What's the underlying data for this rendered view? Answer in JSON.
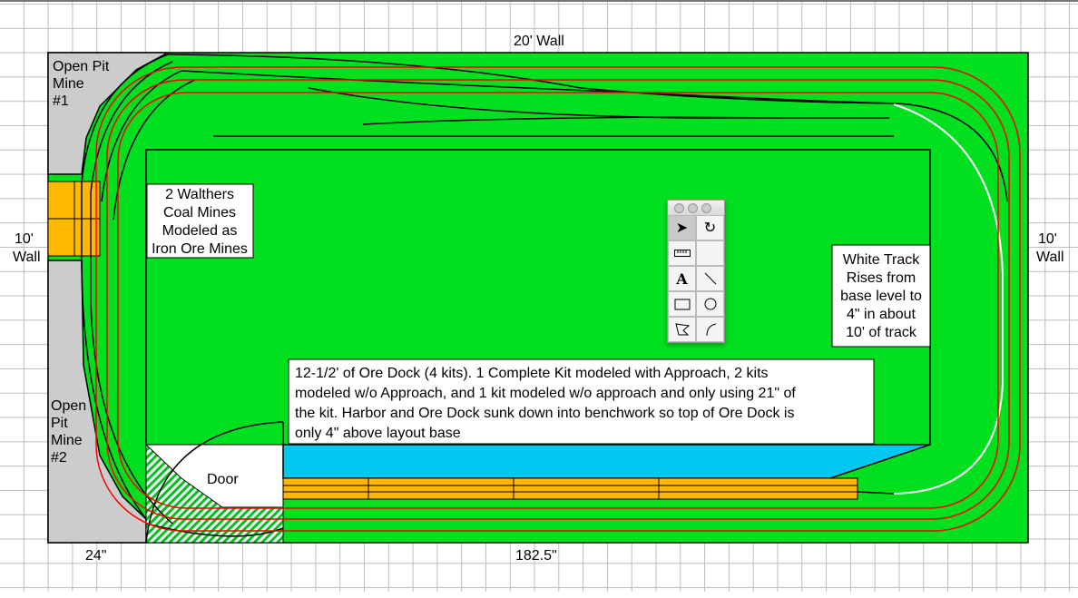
{
  "labels": {
    "top_wall": "20' Wall",
    "left_wall": [
      "10'",
      "Wall"
    ],
    "right_wall": [
      "10'",
      "Wall"
    ],
    "left_dim": "24\"",
    "bottom_dim": "182.5\"",
    "mine1": [
      "Open Pit",
      "Mine",
      "#1"
    ],
    "mine2": [
      "Open",
      "Pit",
      "Mine",
      "#2"
    ],
    "door": "Door"
  },
  "notes": {
    "coal_mines": [
      "2 Walthers",
      "Coal Mines",
      "Modeled as",
      "Iron Ore Mines"
    ],
    "white_track": [
      "White Track",
      "Rises from",
      "base level to",
      "4\" in about",
      "10' of track"
    ],
    "ore_dock": [
      "12-1/2' of Ore Dock (4 kits). 1 Complete Kit modeled with Approach, 2 kits",
      "modeled w/o Approach, and 1 kit modeled w/o approach and only using 21\" of",
      "the kit. Harbor and Ore Dock sunk down into benchwork so top of Ore Dock is",
      "only 4\" above layout base"
    ]
  },
  "palette": {
    "tools": [
      "arrow-tool",
      "rotate-tool",
      "ruler-tool",
      "blank-tool",
      "text-tool",
      "line-tool",
      "rectangle-tool",
      "oval-tool",
      "polygon-tool",
      "arc-tool"
    ],
    "text_tool_glyph": "A"
  },
  "colors": {
    "benchwork": "#00e01f",
    "mine": "#cccccc",
    "harbor": "#00c8f0",
    "dock": "#ffb800",
    "mainline": "#ff0000",
    "track": "#000000"
  }
}
